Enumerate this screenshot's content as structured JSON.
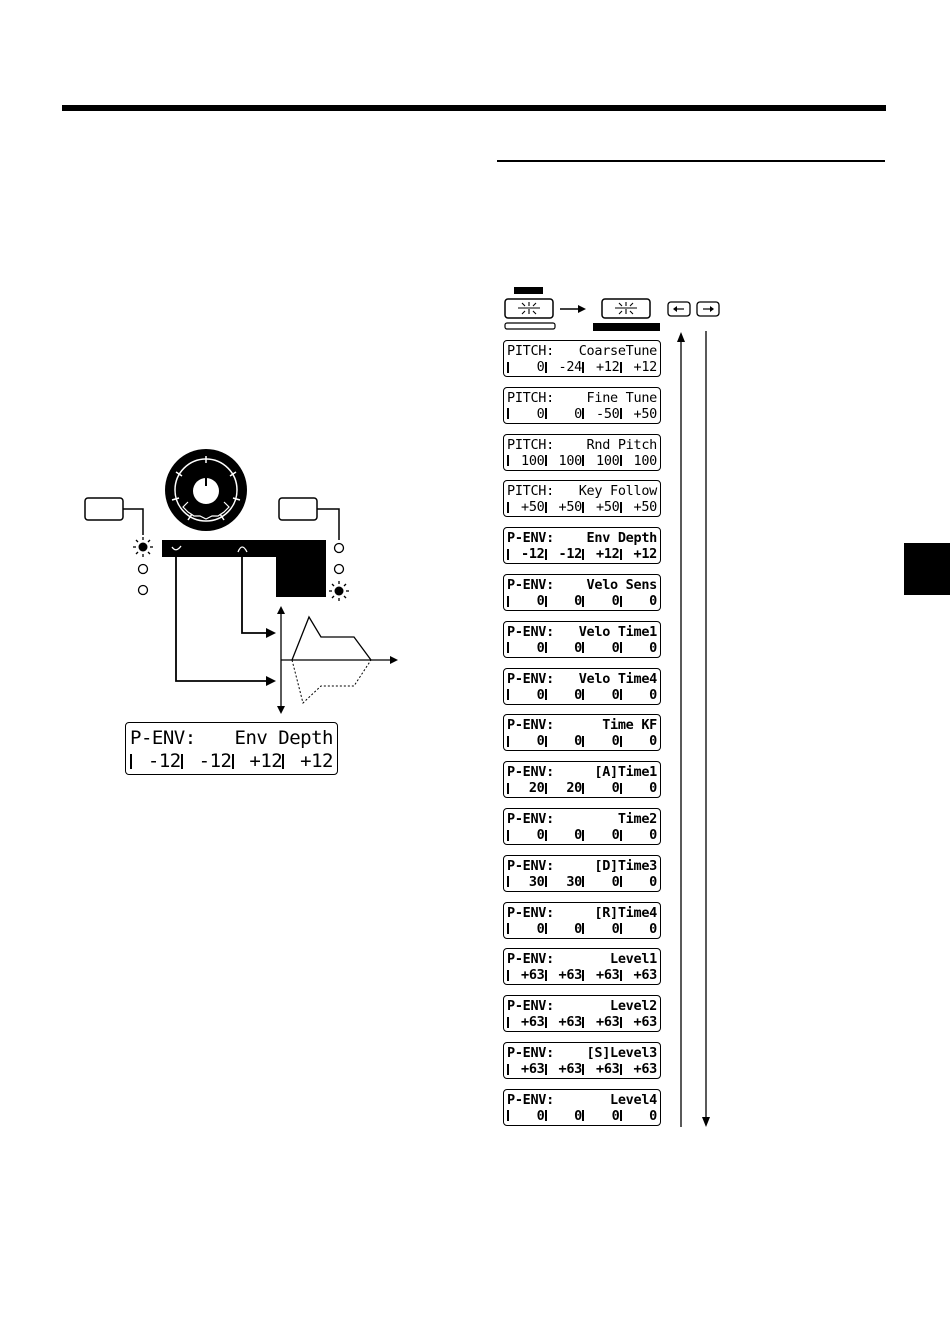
{
  "lcd_panel": {
    "line1_left": "P-ENV:",
    "line1_right": "Env Depth",
    "values": [
      "-12",
      "-12",
      "+12",
      "+12"
    ]
  },
  "param_list": [
    {
      "left": "PITCH:",
      "right": "CoarseTune",
      "values": [
        "0",
        "-24",
        "+12",
        "+12"
      ],
      "bold": false
    },
    {
      "left": "PITCH:",
      "right": "Fine Tune",
      "values": [
        "0",
        "0",
        "-50",
        "+50"
      ],
      "bold": false
    },
    {
      "left": "PITCH:",
      "right": "Rnd Pitch",
      "values": [
        "100",
        "100",
        "100",
        "100"
      ],
      "bold": false
    },
    {
      "left": "PITCH:",
      "right": "Key Follow",
      "values": [
        "+50",
        "+50",
        "+50",
        "+50"
      ],
      "bold": false
    },
    {
      "left": "P-ENV:",
      "right": "Env Depth",
      "values": [
        "-12",
        "-12",
        "+12",
        "+12"
      ],
      "bold": true
    },
    {
      "left": "P-ENV:",
      "right": "Velo Sens",
      "values": [
        "0",
        "0",
        "0",
        "0"
      ],
      "bold": true
    },
    {
      "left": "P-ENV:",
      "right": "Velo Time1",
      "values": [
        "0",
        "0",
        "0",
        "0"
      ],
      "bold": true
    },
    {
      "left": "P-ENV:",
      "right": "Velo Time4",
      "values": [
        "0",
        "0",
        "0",
        "0"
      ],
      "bold": true
    },
    {
      "left": "P-ENV:",
      "right": "Time KF",
      "values": [
        "0",
        "0",
        "0",
        "0"
      ],
      "bold": true
    },
    {
      "left": "P-ENV:",
      "right": "[A]Time1",
      "values": [
        "20",
        "20",
        "0",
        "0"
      ],
      "bold": true
    },
    {
      "left": "P-ENV:",
      "right": "Time2",
      "values": [
        "0",
        "0",
        "0",
        "0"
      ],
      "bold": true
    },
    {
      "left": "P-ENV:",
      "right": "[D]Time3",
      "values": [
        "30",
        "30",
        "0",
        "0"
      ],
      "bold": true
    },
    {
      "left": "P-ENV:",
      "right": "[R]Time4",
      "values": [
        "0",
        "0",
        "0",
        "0"
      ],
      "bold": true
    },
    {
      "left": "P-ENV:",
      "right": "Level1",
      "values": [
        "+63",
        "+63",
        "+63",
        "+63"
      ],
      "bold": true
    },
    {
      "left": "P-ENV:",
      "right": "Level2",
      "values": [
        "+63",
        "+63",
        "+63",
        "+63"
      ],
      "bold": true
    },
    {
      "left": "P-ENV:",
      "right": "[S]Level3",
      "values": [
        "+63",
        "+63",
        "+63",
        "+63"
      ],
      "bold": true
    },
    {
      "left": "P-ENV:",
      "right": "Level4",
      "values": [
        "0",
        "0",
        "0",
        "0"
      ],
      "bold": true
    }
  ]
}
